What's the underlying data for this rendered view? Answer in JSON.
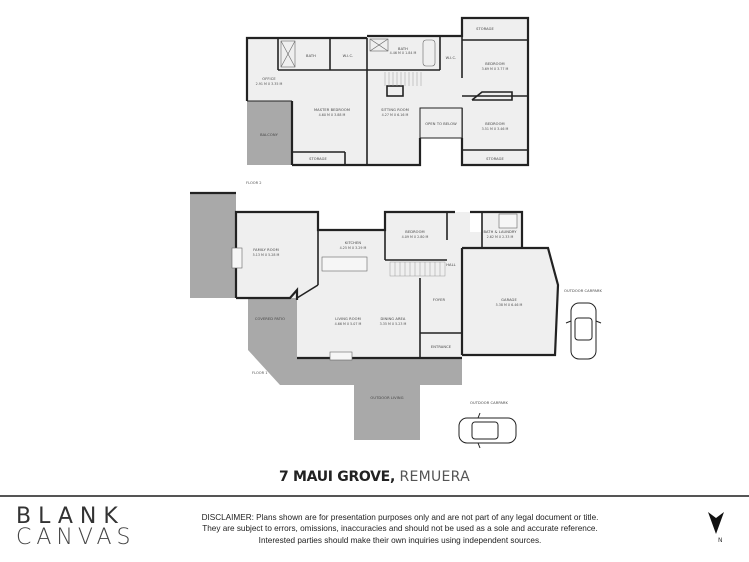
{
  "floor2": {
    "label": "FLOOR 2",
    "rooms": [
      {
        "name": "OFFICE",
        "dims": "2.91 M X 3.35 M"
      },
      {
        "name": "BATH",
        "dims": ""
      },
      {
        "name": "W.I.C.",
        "dims": ""
      },
      {
        "name": "BATH",
        "dims": "4.46 M X 1.84 M"
      },
      {
        "name": "W.I.C.",
        "dims": ""
      },
      {
        "name": "STORAGE",
        "dims": ""
      },
      {
        "name": "BEDROOM",
        "dims": "3.69 M X 3.77 M"
      },
      {
        "name": "MASTER BEDROOM",
        "dims": "4.60 M X 3.88 M"
      },
      {
        "name": "SITTING ROOM",
        "dims": "4.27 M X 6.16 M"
      },
      {
        "name": "OPEN TO BELOW",
        "dims": ""
      },
      {
        "name": "BEDROOM",
        "dims": "3.51 M X 3.46 M"
      },
      {
        "name": "BALCONY",
        "dims": ""
      },
      {
        "name": "STORAGE",
        "dims": ""
      },
      {
        "name": "STORAGE",
        "dims": ""
      }
    ]
  },
  "floor1": {
    "label": "FLOOR 1",
    "rooms": [
      {
        "name": "FAMILY ROOM",
        "dims": "5.13 M X 5.28 M"
      },
      {
        "name": "KITCHEN",
        "dims": "4.25 M X 3.29 M"
      },
      {
        "name": "BEDROOM",
        "dims": "4.09 M X 2.80 M"
      },
      {
        "name": "BATH & LAUNDRY",
        "dims": "2.62 M X 2.33 M"
      },
      {
        "name": "HALL",
        "dims": ""
      },
      {
        "name": "FOYER",
        "dims": ""
      },
      {
        "name": "GARAGE",
        "dims": "5.38 M X 6.46 M"
      },
      {
        "name": "COVERED PATIO",
        "dims": ""
      },
      {
        "name": "LIVING ROOM",
        "dims": "4.66 M X 5.07 M"
      },
      {
        "name": "DINING AREA",
        "dims": "3.35 M X 5.23 M"
      },
      {
        "name": "ENTRANCE",
        "dims": ""
      },
      {
        "name": "OUTDOOR LIVING",
        "dims": ""
      },
      {
        "name": "OUTDOOR CARPARK",
        "dims": ""
      },
      {
        "name": "OUTDOOR CARPARK",
        "dims": ""
      }
    ]
  },
  "title": {
    "address_bold": "7 MAUI GROVE,",
    "suburb": "REMUERA"
  },
  "footer": {
    "logo_line1": "BLANK",
    "logo_line2": "CANVAS",
    "disclaimer": [
      "DISCLAIMER: Plans shown are for presentation purposes only and are not part of any legal document or title.",
      "They are subject to errors, omissions, inaccuracies and should not be used as a sole and accurate reference.",
      "Interested parties should make their own inquiries using independent sources."
    ],
    "north_label": "N"
  },
  "colors": {
    "wall": "#222222",
    "floor": "#efefef",
    "outdoor": "#a9a9a9",
    "rule": "#555555"
  }
}
